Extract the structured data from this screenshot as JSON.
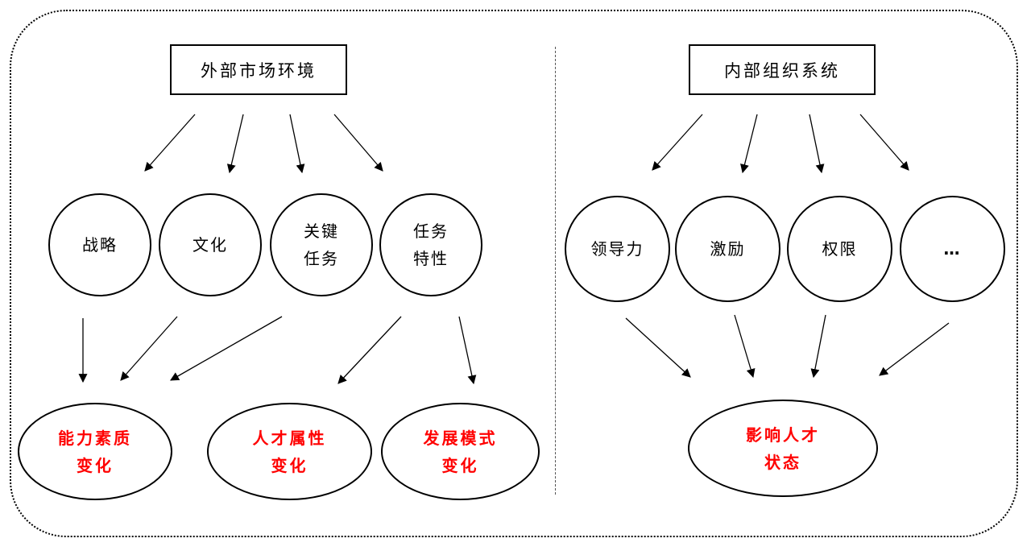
{
  "left": {
    "header": "外部市场环境",
    "factors": [
      "战略",
      "文化",
      "关键\n任务",
      "任务\n特性"
    ],
    "outcomes": [
      "能力素质\n变化",
      "人才属性\n变化",
      "发展模式\n变化"
    ]
  },
  "right": {
    "header": "内部组织系统",
    "factors": [
      "领导力",
      "激励",
      "权限",
      "…"
    ],
    "outcome": "影响人才\n状态"
  },
  "colors": {
    "stroke": "#000000",
    "outcome_text": "#ff0000"
  }
}
